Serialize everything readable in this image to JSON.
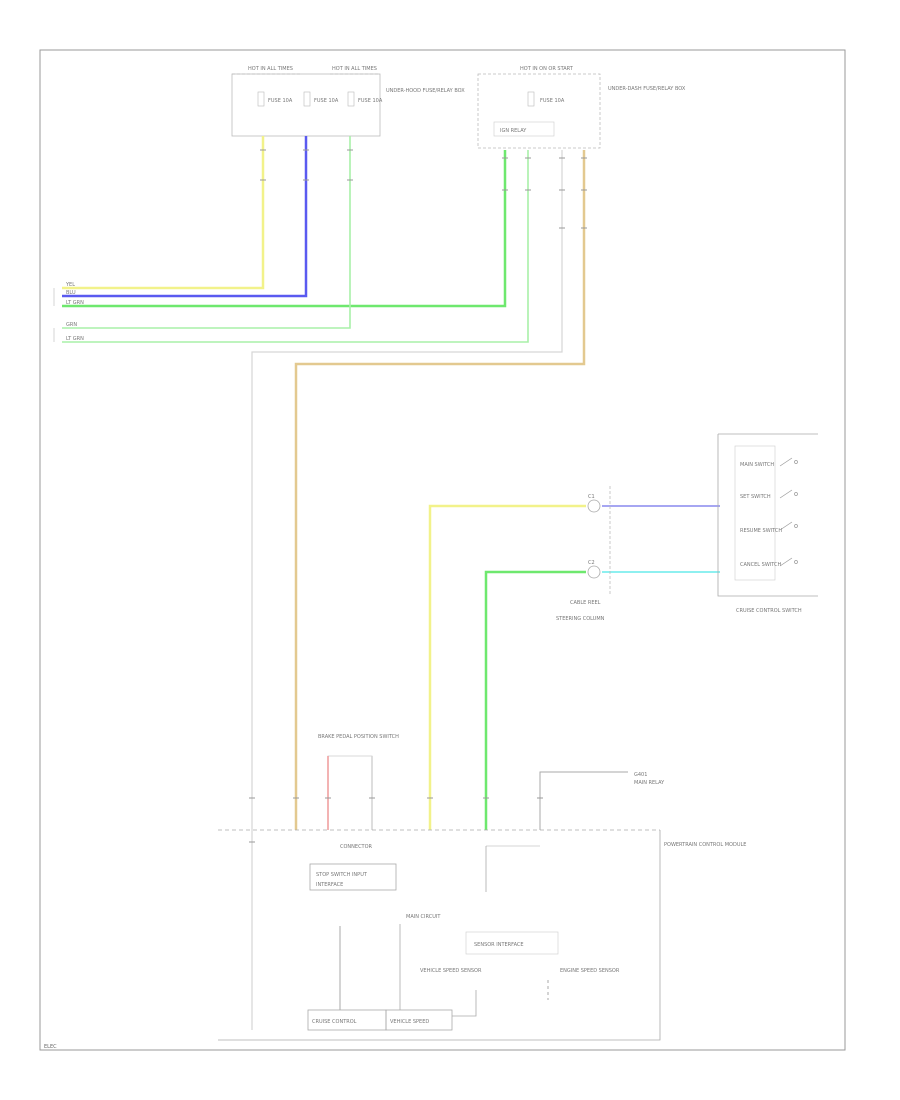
{
  "wire_colors": {
    "yellow": "#f2f28a",
    "blue": "#5a5af0",
    "green": "#6ee86e",
    "lt_green": "#a8f0a8",
    "tan": "#e3c990",
    "gray": "#d6d6d6",
    "red": "#f0a0a0",
    "cyan": "#8ef0f0",
    "violet": "#a6a6f2",
    "frame": "#9a9a9a"
  },
  "wire_labels": [
    "YEL",
    "BLU",
    "LT GRN",
    "GRN",
    "LT GRN"
  ],
  "fuse_box_left": {
    "fuse1_title": "HOT IN ALL TIMES",
    "fuse2_title": "HOT IN ALL TIMES",
    "fuses": [
      "FUSE 10A",
      "FUSE 10A",
      "FUSE 10A"
    ],
    "desc": "UNDER-HOOD FUSE/RELAY BOX"
  },
  "fuse_box_right": {
    "title": "HOT IN ON OR START",
    "fuse": "FUSE 10A",
    "relay": "IGN RELAY",
    "desc": "UNDER-DASH FUSE/RELAY BOX"
  },
  "cable_reel": {
    "pin1": "C1",
    "pin2": "C2",
    "label1": "CABLE REEL",
    "label2": "STEERING COLUMN"
  },
  "switch_module": {
    "buttons": [
      "MAIN SWITCH",
      "SET SWITCH",
      "RESUME SWITCH",
      "CANCEL SWITCH"
    ],
    "label": "CRUISE CONTROL SWITCH"
  },
  "brake_switch": {
    "label": "BRAKE PEDAL POSITION SWITCH"
  },
  "ground_lbl": "G401",
  "pcm": {
    "label": "POWERTRAIN CONTROL MODULE",
    "connector_lbl": "CONNECTOR",
    "box1": "STOP SWITCH INPUT",
    "interface": "INTERFACE",
    "main_circuit": "MAIN CIRCUIT",
    "sensor_block": "SENSOR INTERFACE",
    "left_sensor": "VEHICLE SPEED SENSOR",
    "right_sensor": "ENGINE SPEED SENSOR",
    "bottom_box1": "CRUISE CONTROL",
    "bottom_box2": "VEHICLE SPEED"
  },
  "nearby": {
    "label": "MAIN RELAY"
  },
  "footnote": "ELEC"
}
